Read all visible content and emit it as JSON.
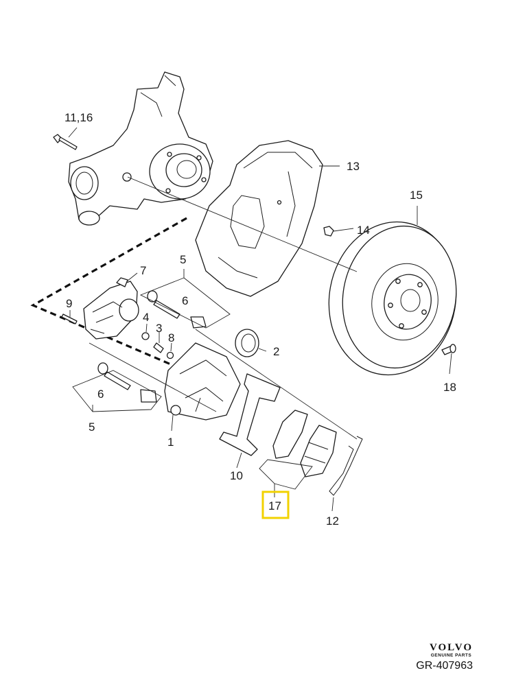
{
  "callouts": {
    "c1": "1",
    "c2": "2",
    "c3": "3",
    "c4": "4",
    "c5a": "5",
    "c5b": "5",
    "c6a": "6",
    "c6b": "6",
    "c7": "7",
    "c8": "8",
    "c9": "9",
    "c10": "10",
    "c11_16": "11,16",
    "c12": "12",
    "c13": "13",
    "c14": "14",
    "c15": "15",
    "c17": "17",
    "c18": "18"
  },
  "highlight_color": "#f2d200",
  "brand": {
    "logo": "VOLVO",
    "tagline": "GENUINE PARTS"
  },
  "reference": "GR-407963"
}
